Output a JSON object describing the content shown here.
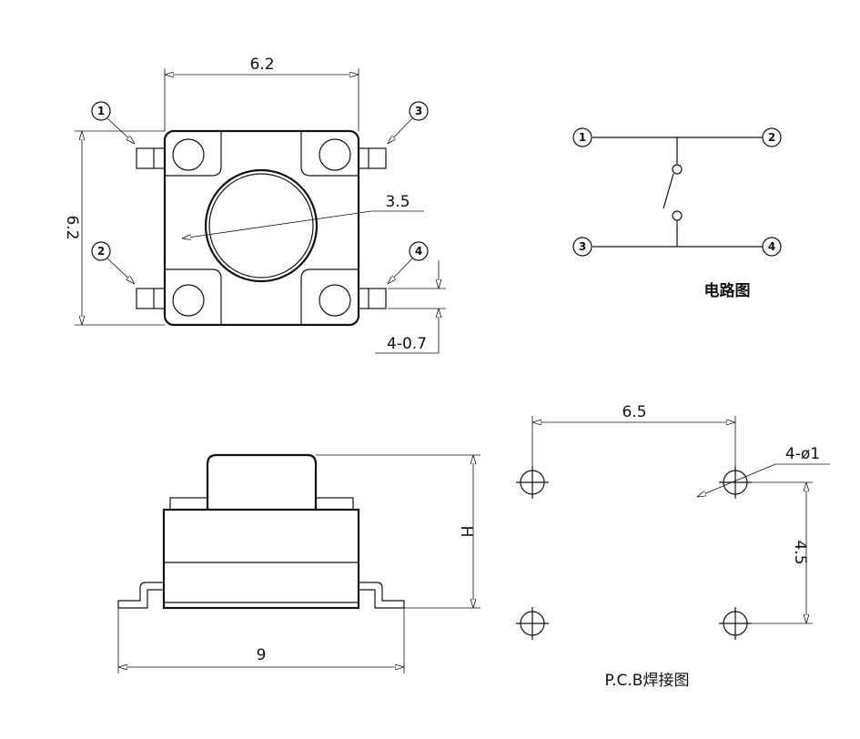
{
  "top_view": {
    "width_dim": "6.2",
    "height_dim": "6.2",
    "button_dia": "3.5",
    "pin_dim": "4-0.7",
    "pins": [
      "1",
      "2",
      "3",
      "4"
    ]
  },
  "circuit": {
    "pins": [
      "1",
      "2",
      "3",
      "4"
    ],
    "caption": "电路图"
  },
  "side_view": {
    "height_dim": "H",
    "width_dim": "9"
  },
  "pcb": {
    "x_dim": "6.5",
    "y_dim": "4.5",
    "hole_dim": "4-ø1",
    "caption": "P.C.B焊接图"
  }
}
